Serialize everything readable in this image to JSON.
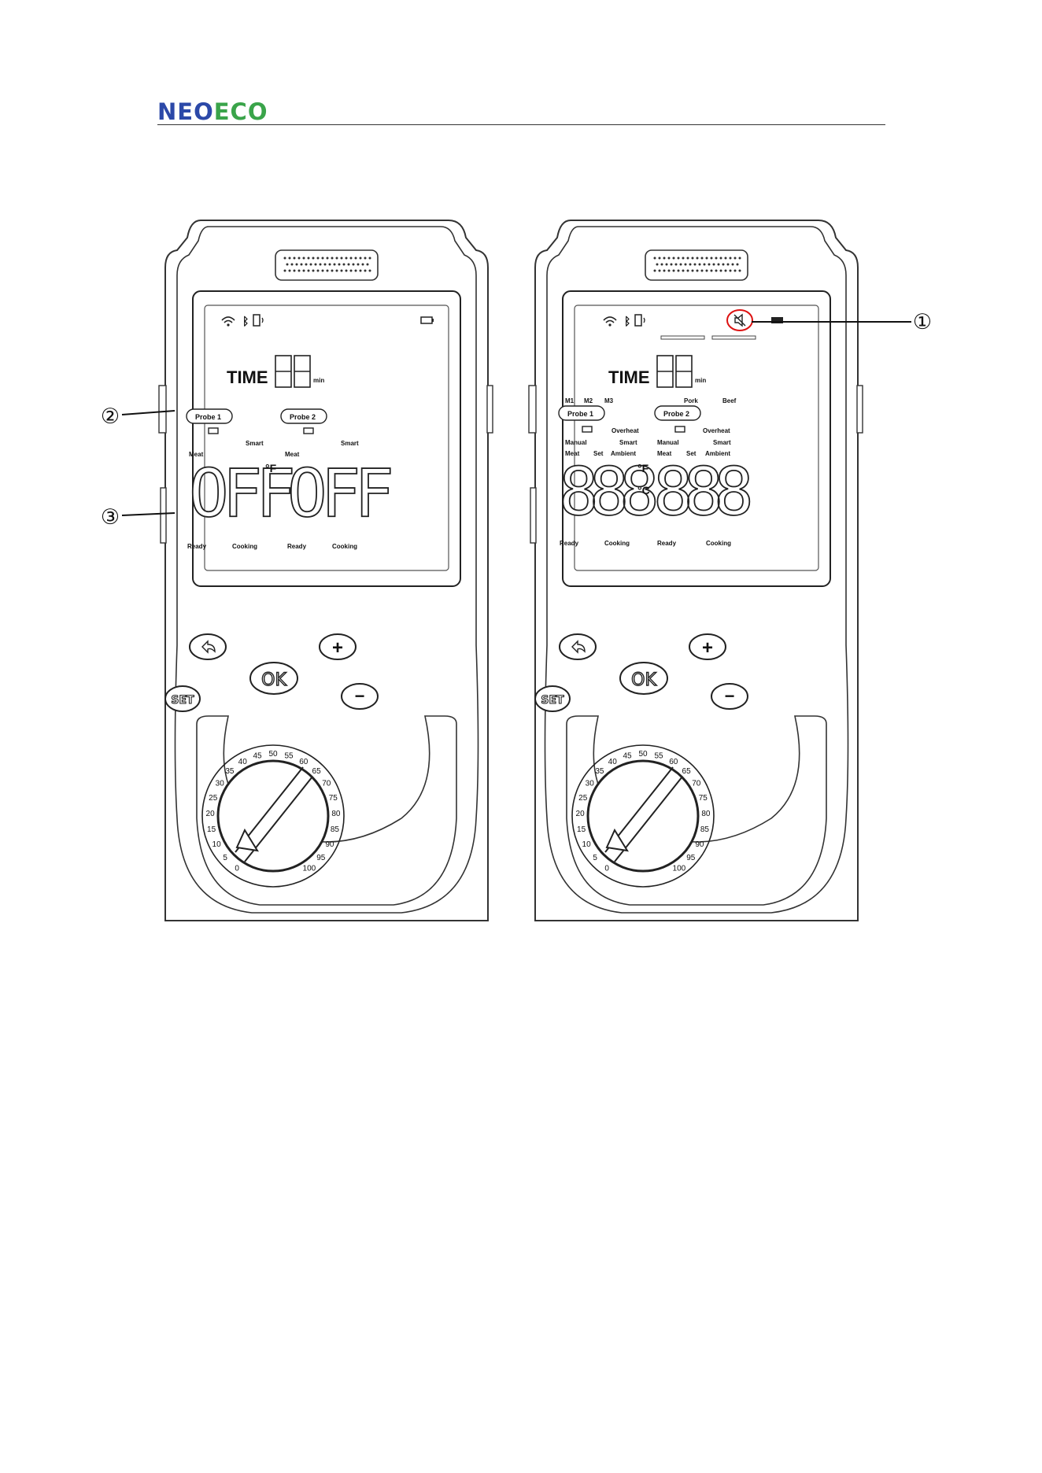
{
  "header": {
    "logo_neo": "NEO",
    "logo_eco": "ECO",
    "colors": {
      "neo": "#2c49a8",
      "eco": "#3aa44a"
    }
  },
  "devices": [
    {
      "lcd": {
        "time_label": "TIME",
        "time_digits": "88",
        "time_unit": "min",
        "probe1": "Probe 1",
        "probe2": "Probe 2",
        "smart_left": "Smart",
        "smart_right": "Smart",
        "meat_left": "Meat",
        "meat_right": "Meat",
        "left_reading": "OFF",
        "unit": "°F",
        "right_reading": "OFF",
        "ready_left": "Ready",
        "cooking_left": "Cooking",
        "ready_right": "Ready",
        "cooking_right": "Cooking"
      },
      "buttons": {
        "ok": "OK",
        "set": "SET",
        "plus": "+",
        "minus": "−",
        "back": "back-icon"
      }
    },
    {
      "lcd": {
        "time_label": "TIME",
        "time_digits": "88",
        "time_unit": "min",
        "m1": "M1",
        "m2": "M2",
        "m3": "M3",
        "pork": "Pork",
        "beef": "Beef",
        "probe1": "Probe 1",
        "probe2": "Probe 2",
        "overheat_left": "Overheat",
        "overheat_right": "Overheat",
        "manual_left": "Manual",
        "smart_left": "Smart",
        "manual_right": "Manual",
        "smart_right": "Smart",
        "meat_left": "Meat",
        "set_left": "Set",
        "ambient_left": "Ambient",
        "meat_right": "Meat",
        "set_right": "Set",
        "ambient_right": "Ambient",
        "left_reading": "888",
        "unit_f": "°F",
        "unit_c": "°C",
        "right_reading": "888",
        "ready_left": "Ready",
        "cooking_left": "Cooking",
        "ready_right": "Ready",
        "cooking_right": "Cooking"
      },
      "buttons": {
        "ok": "OK",
        "set": "SET",
        "plus": "+",
        "minus": "−",
        "back": "back-icon"
      }
    }
  ],
  "dial_ticks": [
    "0",
    "5",
    "10",
    "15",
    "20",
    "25",
    "30",
    "35",
    "40",
    "45",
    "50",
    "55",
    "60",
    "65",
    "70",
    "75",
    "80",
    "85",
    "90",
    "95",
    "100"
  ],
  "callouts": [
    "①",
    "②",
    "③"
  ]
}
